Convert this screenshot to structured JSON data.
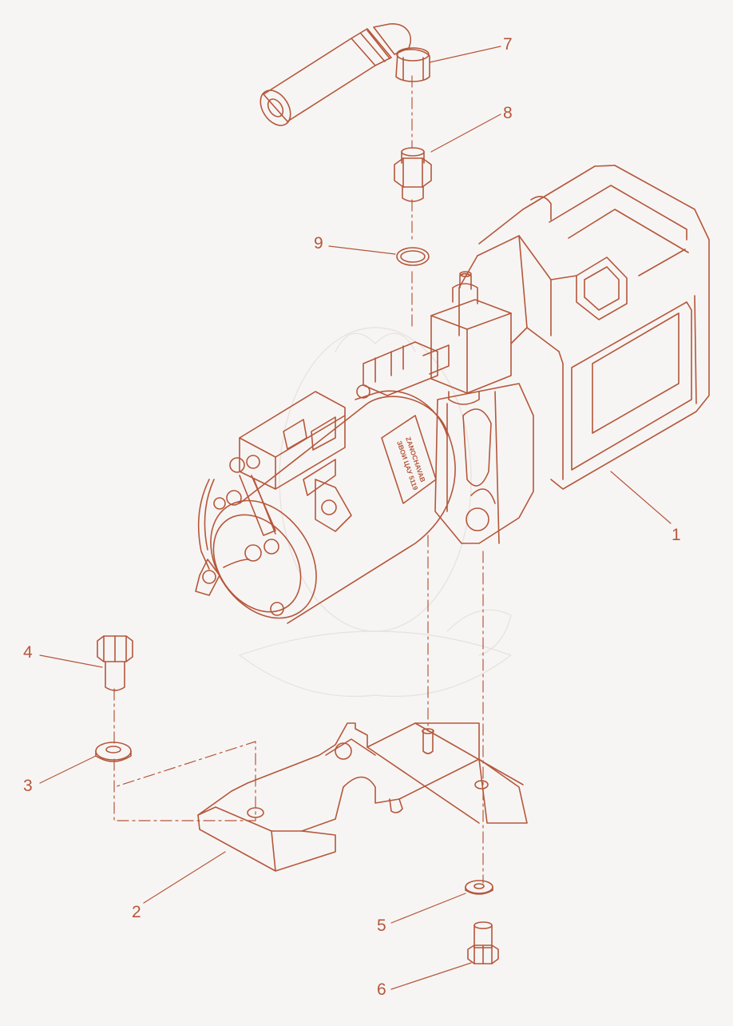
{
  "diagram": {
    "line_color": "#b5573a",
    "background": "#f7f5f4",
    "watermark_color": "#e9e3df",
    "callouts": [
      {
        "id": "1",
        "label": "1"
      },
      {
        "id": "2",
        "label": "2"
      },
      {
        "id": "3",
        "label": "3"
      },
      {
        "id": "4",
        "label": "4"
      },
      {
        "id": "5",
        "label": "5"
      },
      {
        "id": "6",
        "label": "6"
      },
      {
        "id": "7",
        "label": "7"
      },
      {
        "id": "8",
        "label": "8"
      },
      {
        "id": "9",
        "label": "9"
      }
    ],
    "motor_plate": {
      "line1": "ZANOCHAVAB",
      "line2": "ЗВОИ ЦАУ 5119"
    }
  }
}
